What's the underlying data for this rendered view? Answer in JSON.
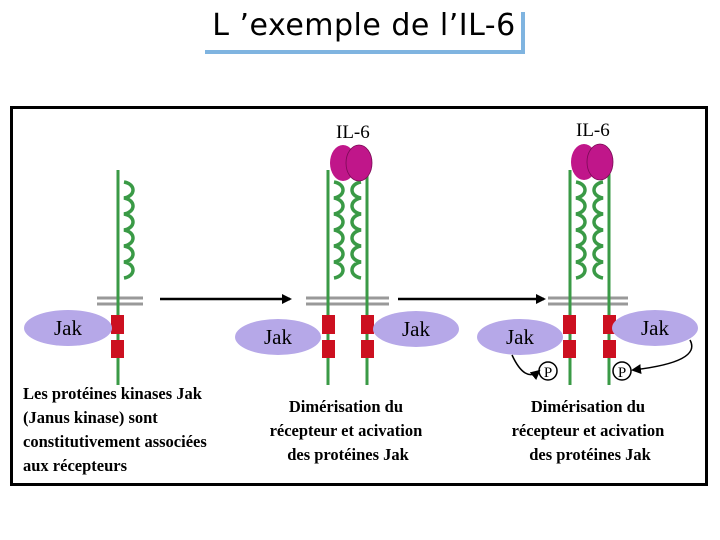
{
  "title": "L ’exemple de l’IL-6",
  "ligand_label_1": "IL-6",
  "ligand_label_2": "IL-6",
  "jak_label": "Jak",
  "phospho_label": "P",
  "caption_left": [
    "Les protéines kinases Jak",
    "(Janus kinase) sont",
    "constitutivement associées",
    "aux récepteurs"
  ],
  "caption_middle": [
    "Dimérisation du",
    "récepteur et acivation",
    "des protéines Jak"
  ],
  "caption_right": [
    "Dimérisation du",
    "récepteur et acivation",
    "des protéines Jak"
  ],
  "colors": {
    "receptor_green": "#3a9a46",
    "ligand_magenta": "#c0168a",
    "jak_lavender": "#b6a8e8",
    "box_red": "#cc1020",
    "membrane_gray": "#999999",
    "title_accent": "#7fb4e0"
  }
}
